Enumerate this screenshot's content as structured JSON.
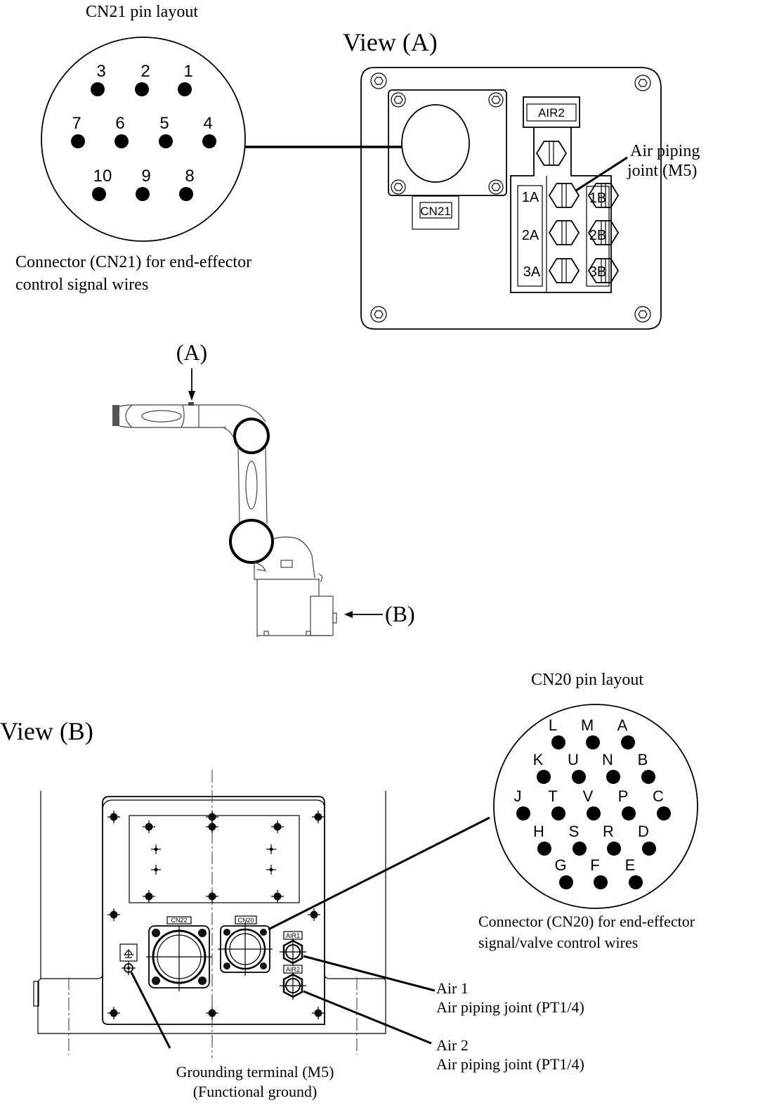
{
  "cn21": {
    "title": "CN21 pin layout",
    "caption_line1": "Connector (CN21) for end-effector",
    "caption_line2": "control signal wires",
    "rows": [
      [
        "3",
        "2",
        "1"
      ],
      [
        "7",
        "6",
        "5",
        "4"
      ],
      [
        "10",
        "9",
        "8"
      ]
    ]
  },
  "view_a": {
    "title": "View (A)",
    "cn21_label": "CN21",
    "air2_label": "AIR2",
    "port_labels_left": [
      "1A",
      "2A",
      "3A"
    ],
    "port_labels_right": [
      "1B",
      "2B",
      "3B"
    ],
    "callout_line1": "Air piping",
    "callout_line2": "joint (M5)"
  },
  "robot": {
    "label_a": "(A)",
    "label_b": "(B)"
  },
  "cn20": {
    "title": "CN20 pin layout",
    "caption_line1": "Connector (CN20) for end-effector",
    "caption_line2": "signal/valve control wires",
    "rows": [
      [
        "L",
        "M",
        "A"
      ],
      [
        "K",
        "U",
        "N",
        "B"
      ],
      [
        "J",
        "T",
        "V",
        "P",
        "C"
      ],
      [
        "H",
        "S",
        "R",
        "D"
      ],
      [
        "G",
        "F",
        "E"
      ]
    ]
  },
  "view_b": {
    "title": "View (B)",
    "cn22_label": "CN22",
    "cn20_label": "CN20",
    "air1_tag": "AIR1",
    "air2_tag": "AIR2",
    "air1_line1": "Air 1",
    "air1_line2": "Air piping joint (PT1/4)",
    "air2_line1": "Air 2",
    "air2_line2": "Air piping joint (PT1/4)",
    "ground_line1": "Grounding terminal (M5)",
    "ground_line2": "(Functional ground)"
  }
}
